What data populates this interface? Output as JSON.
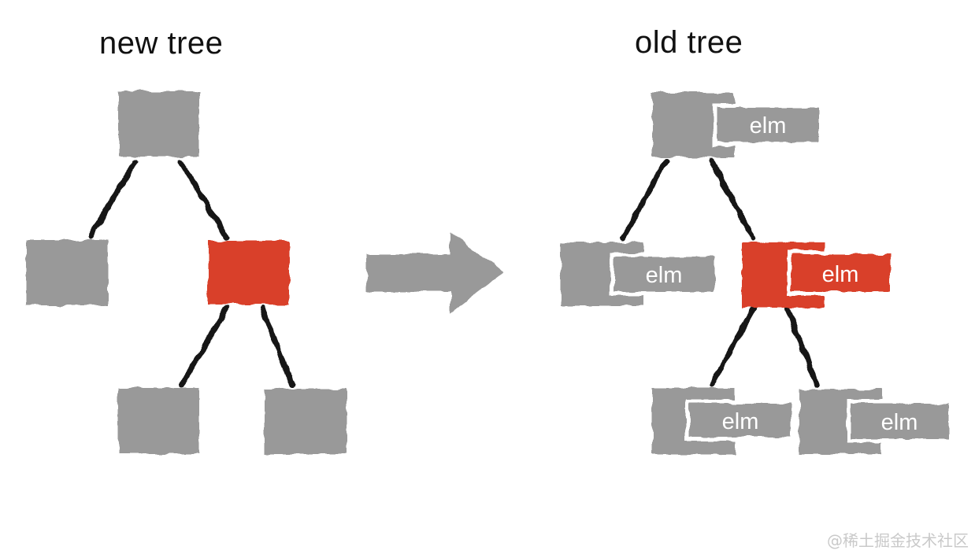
{
  "titles": {
    "new_tree": "new tree",
    "old_tree": "old tree"
  },
  "colors": {
    "node_gray": "#999999",
    "node_red": "#d93f2b",
    "edge_line": "#151515",
    "arrow": "#999999",
    "elm_label_text": "#ffffff",
    "title_text": "#111111",
    "watermark_text": "#c9c9c9"
  },
  "arrow": {
    "direction": "right",
    "fill": "#999999"
  },
  "new_tree": {
    "nodes": [
      {
        "id": "root",
        "fill": "#999999"
      },
      {
        "id": "left-child",
        "fill": "#999999"
      },
      {
        "id": "right-child",
        "fill": "#d93f2b"
      },
      {
        "id": "bottom-left-leaf",
        "fill": "#999999"
      },
      {
        "id": "bottom-right-leaf",
        "fill": "#999999"
      }
    ],
    "edges": [
      [
        "root",
        "left-child"
      ],
      [
        "root",
        "right-child"
      ],
      [
        "right-child",
        "bottom-left-leaf"
      ],
      [
        "right-child",
        "bottom-right-leaf"
      ]
    ]
  },
  "old_tree": {
    "nodes": [
      {
        "id": "root",
        "fill": "#999999",
        "tag": "elm"
      },
      {
        "id": "left-child",
        "fill": "#999999",
        "tag": "elm"
      },
      {
        "id": "right-child",
        "fill": "#d93f2b",
        "tag": "elm"
      },
      {
        "id": "bottom-left-leaf",
        "fill": "#999999",
        "tag": "elm"
      },
      {
        "id": "bottom-right-leaf",
        "fill": "#999999",
        "tag": "elm"
      }
    ],
    "edges": [
      [
        "root",
        "left-child"
      ],
      [
        "root",
        "right-child"
      ],
      [
        "right-child",
        "bottom-left-leaf"
      ],
      [
        "right-child",
        "bottom-right-leaf"
      ]
    ]
  },
  "watermark": {
    "text": "@稀土掘金技术社区"
  }
}
